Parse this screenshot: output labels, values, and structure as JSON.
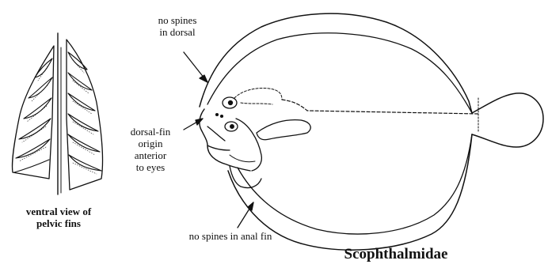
{
  "figure": {
    "family_name": "Scophthalmidae",
    "inset_caption": {
      "line1": "ventral view of",
      "line2": "pelvic fins"
    },
    "annotations": {
      "dorsal_spines": {
        "line1": "no spines",
        "line2": "in dorsal"
      },
      "dorsal_origin": {
        "line1": "dorsal-fin",
        "line2": "origin",
        "line3": "anterior",
        "line4": "to eyes"
      },
      "anal_spines": {
        "line1": "no spines in anal fin"
      }
    },
    "colors": {
      "ink": "#111111",
      "background": "#ffffff"
    }
  }
}
